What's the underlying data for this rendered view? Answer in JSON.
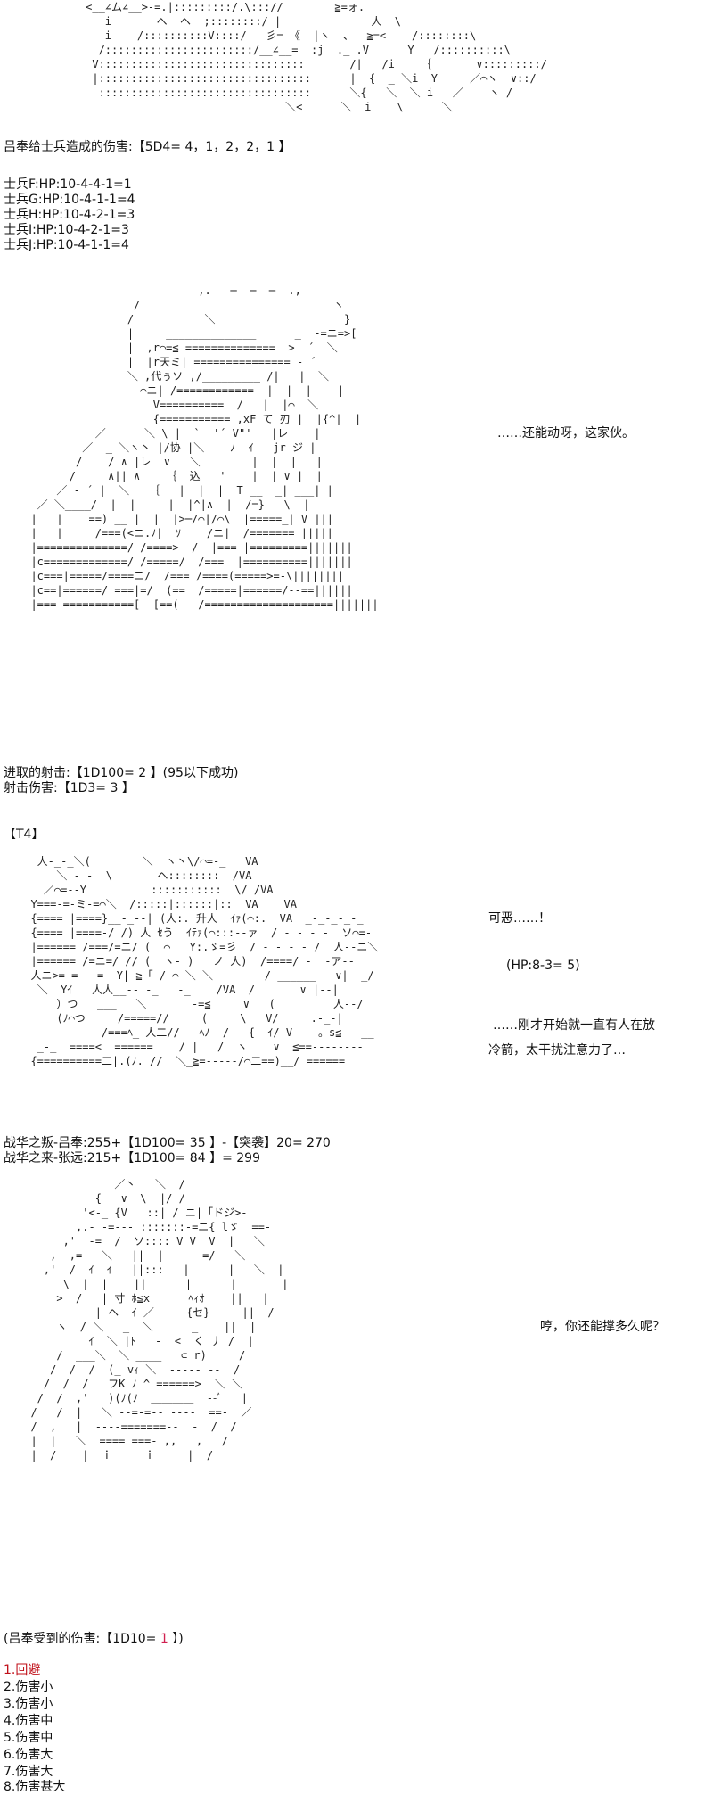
{
  "dice1": "吕奉给士兵造成的伤害:【5D4= 4，1，2，2，1 】",
  "soldiers": [
    "士兵F:HP:10-4-4-1=1",
    "士兵G:HP:10-4-1-1=4",
    "士兵H:HP:10-4-2-1=3",
    "士兵I:HP:10-4-2-1=3",
    "士兵J:HP:10-4-1-1=4"
  ],
  "speech1": "……还能动呀，这家伙。",
  "shot": "进取的射击:【1D100= 2 】(95以下成功)",
  "shot_damage": "射击伤害:【1D3= 3 】",
  "turn": "【T4】",
  "speech2": "可恶……！",
  "hp_note": "(HP:8-3= 5)",
  "speech3a": "……刚才开始就一直有人在放",
  "speech3b": "冷箭，太干扰注意力了…",
  "battle1": "战华之叛-吕奉:255+【1D100= 35 】-【突袭】20= 270",
  "battle2": "战华之来-张远:215+【1D100= 84 】= 299",
  "speech4": "哼，你还能撑多久呢？",
  "damage_prefix": "(吕奉受到的伤害:【1D10= ",
  "damage_value": "1",
  "damage_suffix": " 】)",
  "outcomes": [
    "1.回避",
    "2.伤害小",
    "3.伤害小",
    "4.伤害中",
    "5.伤害中",
    "6.伤害大",
    "7.伤害大",
    "8.伤害甚大"
  ],
  "art": {
    "top": [
      "     <__∠ム∠__>-=.|:::::::::/.\\::://        ≧=ォ.",
      "        i       へ  ヘ  ;::::::::/ |              人  \\",
      "        i    /::::::::::V::::/   彡= 《  |ヽ  、  ≧=<    /::::::::\\",
      "       /:::::::::::::::::::::::/__∠__=  :j  ._ .V      Y   /::::::::::\\",
      "      V::::::::::::::::::::::::::::::::       /|   /i    ｛       ∨:::::::::/",
      "      |:::::::::::::::::::::::::::::::::      |  {  _ ＼i  Y     ／⌒ヽ  ∨::/",
      "       :::::::::::::::::::::::::::::::::      ＼{   ＼  ＼ i   ／    ヽ /",
      "                                    ＼<      ＼  i    \\      ＼"
    ],
    "a2": [
      "                            ,.   ─  ─  ─  .,",
      "                  /                              ヽ",
      "                 /           ＼                    }",
      "                 |     ______________      _  -=ニ=>[",
      "                 |  ,r⌒=≦ ==============  >  ´  ＼",
      "                 |  |r天ミ| =============== ‐ ´",
      "                 ＼ ,代ぅソ ,/_________ /|   |  ＼",
      "                   ⌒ニ| /============  |  |  |    |",
      "                     V==========  /   |  |⌒  ＼",
      "                     {=========== ,xF て 刃 |  |{^|  |",
      "            ／      ＼ \\ |  `  '´ V\"'   |レ    |",
      "          ／  _ ＼ヽ丶 |/协 |＼    ﾉ  ｲ   jr ジ |",
      "         /    / ∧ |レ  ∨   ＼        |  |  |   |",
      "        / __  ∧|| ∧    ｛  込   '    |  | ∨ |  |",
      "      ／ ‐ ´ |  ＼   ｛   |  |  |  T __  _| ___| |",
      "   ／ ＼____/  |  |  |  |  |^|∧  |  /=}   \\  |",
      "  |   |    ==) __ |  |  |>─/⌒|/⌒\\  |=====_| V |||",
      "  | __|____ /===(<ニ.ﾉ|  ｿ    /ニ|  /======= |||||",
      "  |==============/ /====>  /  |=== |=========|||||||",
      "  |c=============/ /=====/  /===  |==========|||||||",
      "  |c===|=====/====ニ/  /=== /====(=====>=-\\||||||||",
      "  |c==|======/ ===|=/  (==  /=====|======/‐-==||||||",
      "  |===‐===========[  [==(   /====================|||||||"
    ],
    "a3": [
      "   人-_-_＼(        ＼  ヽ丶\\/⌒=-_   VA",
      "      ＼ - -  \\       ヘ::::::::  /VA",
      "    ／⌒=--Y          :::::::::::  \\/ /VA",
      "  Y===-=-ミ-=⌒＼  /:::::|::::::|::  VA    VA          ___",
      "  {==== |====}__-_--| (人:. 升人  ｲｧ(⌒:.  VA  _-_-_-_-_",
      "  {==== |====-/ /) 人 ｾう  ｲﾃｧ(⌒:::--ァ  / - - - -  ソ⌒=-",
      "  |====== /===/=ニ/ (  ⌒   Y:.ゞ=彡  / - - - - /  人--ニ＼",
      "  |====== /=ニ=/ // (  ヽ- )   ノ 人)  /====/ -  -ア--_",
      "  人ニ>=-=- -=- Y|-≧「 / ⌒ ＼ ＼ -  -  -/ ______   ∨|‐-_/",
      "   ＼  Yｲ   人人__‐‐ -_   -_    /VA  /       ∨ |--|",
      "      ）つ   ___   ＼       -=≦     ∨   (         人--/",
      "      (ﾉ⌒つ     /=====//     (     \\   V/     .-_-|",
      "             /===ﾍ_ 人二//   ﾍﾉ  /   {  ｲ/ V    。s≦---__",
      "   _-_  ====<  ======    / |   /  ヽ    ∨  ≦==--‐‐‐‐‐-",
      "  {==========二|.(ﾉ. //  ＼_≧=--‐‐‐/⌒二==)__/ ======"
    ],
    "a4": [
      "               ／丶  |＼  /",
      "            {   ∨  \\  |/ /",
      "          '<-_ {V   ::| / ニ|「ドジ>-",
      "         ,.- -=--‐ :::::::-=ニ{ lゞ  ==-",
      "       ,'  -=  /  ソ:::: V V  V  |   ＼",
      "     ,  ,=-  ＼   ||  |------=/   ＼",
      "    ,'  /  ｲ  ｲ   ||:::   |      |   ＼  |",
      "       \\  |  |    ||      |      |       |",
      "      >  /   | 寸 ﾎ≦x      ﾍｨｵ    ||   |",
      "      ‐  -  | ヘ  ｲ ／     {セ}     ||  /",
      "      ヽ  / ＼   _  ＼      _    ||  |",
      "           ｲ  ＼ |ﾄ   -  <  く 丿 /  |",
      "      /  ___＼  ＼ ____   ⊂ r)     /",
      "     /  /  /  (_ vｨ ＼  ‐‐‐‐‐ --  /",
      "    /  /  /   フK ﾉ ^ ======>  ＼ ＼",
      "   /  /  ,'   )(ﾉ(ﾉ  ＿＿＿＿  --ﾞ   |",
      "  /   /  |   ＼ --=-=-- ----  ==-  ／",
      "  /  ,   |  ----=======--  -  /  /",
      "  |  |   ＼  ==== ===- ,,   ,   /",
      "  |  /    |  ｉ     ｉ     |  /"
    ]
  }
}
